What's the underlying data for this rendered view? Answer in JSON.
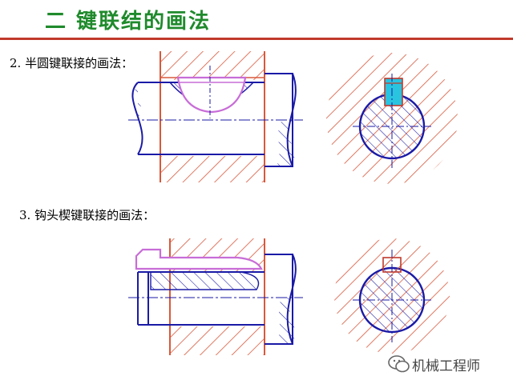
{
  "header": {
    "title": "二  键联结的画法"
  },
  "sections": [
    {
      "caption": "2. 半圆键联接的画法："
    },
    {
      "caption": "3.  钩头楔键联接的画法："
    }
  ],
  "watermark": {
    "text": "机械工程师",
    "icon": "wechat-icon"
  },
  "colors": {
    "title": "#1f8a2c",
    "rule": "#c0392b",
    "outline": "#1a1aa6",
    "hatch": "#d9583b",
    "key_outline": "#c86dd7",
    "key_fill": "#29c4e0"
  }
}
